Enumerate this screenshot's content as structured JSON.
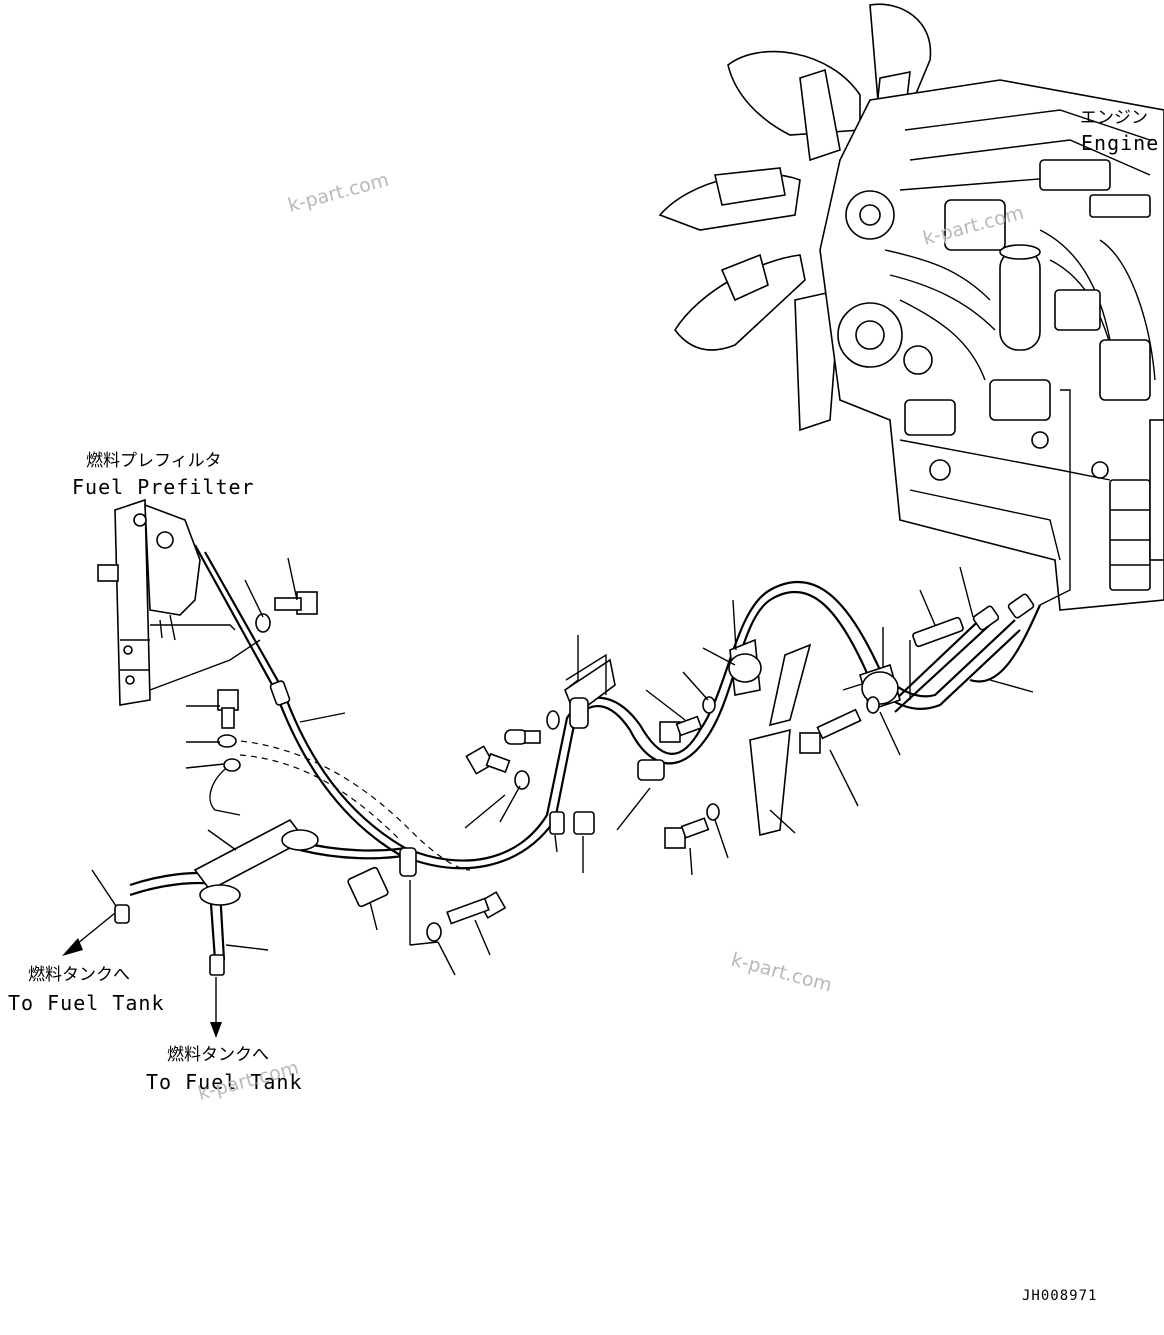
{
  "labels": {
    "engine_jp": "エンジン",
    "engine_en": "Engine",
    "prefilter_jp": "燃料プレフィルタ",
    "prefilter_en": "Fuel Prefilter",
    "tank1_jp": "燃料タンクへ",
    "tank1_en": "To Fuel Tank",
    "tank2_jp": "燃料タンクへ",
    "tank2_en": "To Fuel Tank"
  },
  "watermarks": [
    "k-part.com",
    "k-part.com",
    "k-part.com",
    "k-part.com"
  ],
  "drawing_code": "JH008971",
  "colors": {
    "line": "#000000",
    "background": "#ffffff",
    "watermark": "#b9b9b9"
  }
}
